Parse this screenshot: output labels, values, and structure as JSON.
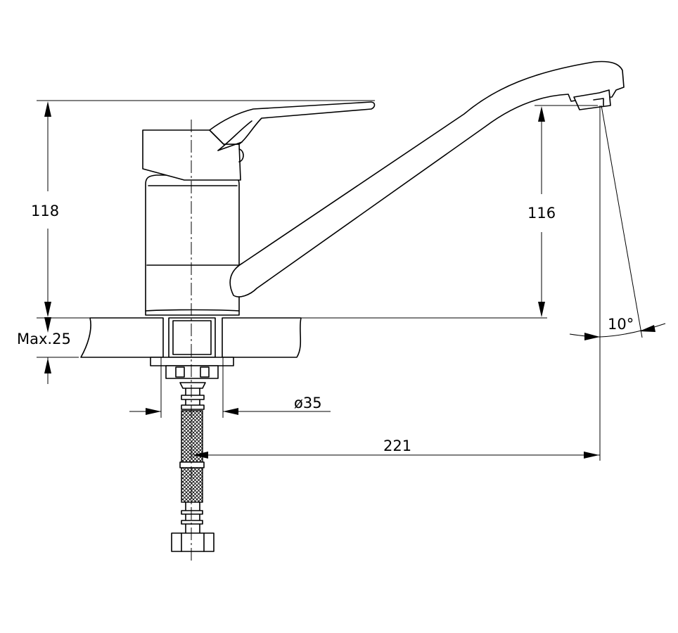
{
  "dimensions": {
    "total_height": "118",
    "spout_height": "116",
    "max_counter_thickness": "Max.25",
    "mounting_diameter": "ø35",
    "spout_reach": "221",
    "spout_angle": "10°"
  }
}
